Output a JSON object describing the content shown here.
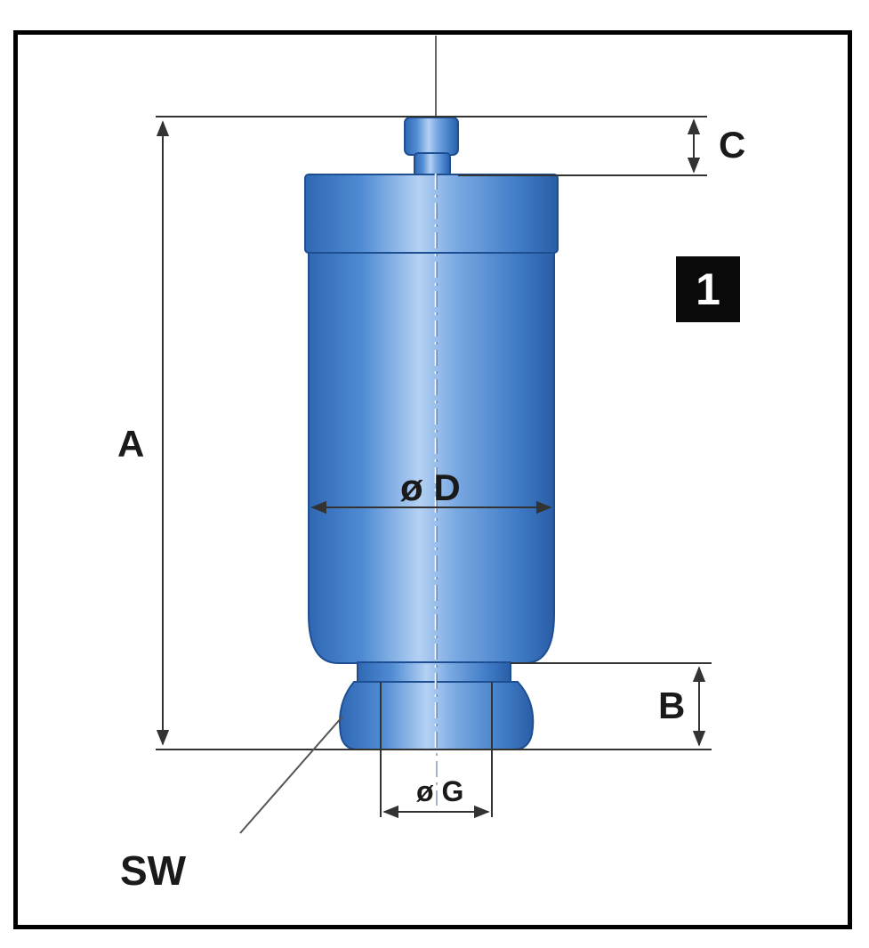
{
  "figure_number": "1",
  "labels": {
    "a": "A",
    "b": "B",
    "c": "C",
    "d": "ø D",
    "g": "ø G",
    "sw": "SW"
  },
  "colors": {
    "body_base": "#3d7ac4",
    "body_highlight": "#a9c9f0",
    "body_edge": "#1f4f93",
    "lines": "#333333",
    "frame": "#000000",
    "badge_bg": "#0a0a0a",
    "badge_text": "#ffffff"
  }
}
